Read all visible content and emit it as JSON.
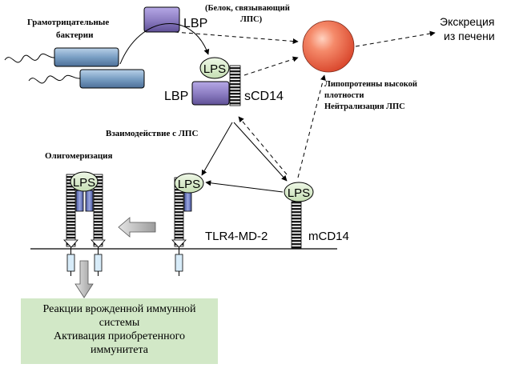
{
  "labels": {
    "bacteria": [
      "Грамотрицательные",
      "бактерии"
    ],
    "lbp_top": "LBP",
    "lbp_full": [
      "(Белок, связывающий",
      "ЛПС)"
    ],
    "excretion": [
      "Экскреция",
      "из печени"
    ],
    "lps": "LPS",
    "lbp_mid": "LBP",
    "scd14": "sCD14",
    "hdl": [
      "Липопротеины высокой",
      "плотности",
      "Нейтрализация ЛПС"
    ],
    "interaction": "Взаимодействие с ЛПС",
    "oligomerization": "Олигомеризация",
    "tlr4": "TLR4-MD-2",
    "mcd14": "mCD14"
  },
  "outcome": {
    "lines": [
      "Реакции врожденной иммунной",
      "системы",
      "Активация приобретенного",
      "иммунитета"
    ]
  },
  "colors": {
    "bacteria_fill": "#7a9fc4",
    "lbp_fill": "#8a7bc0",
    "lps_fill": "#d7ebc9",
    "hdl_sphere": "#f06a47",
    "receptor_blue": "#7b88c8",
    "outcome_bg": "#d2e8c7"
  }
}
